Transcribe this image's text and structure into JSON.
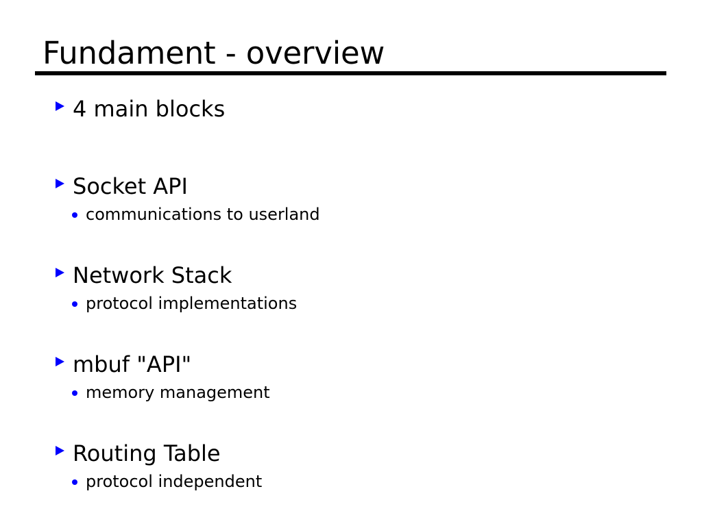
{
  "slide": {
    "title": "Fundament - overview",
    "background_color": "#ffffff",
    "text_color": "#000000",
    "accent_color": "#0000ff",
    "rule_color": "#000000",
    "bullets": {
      "level1_icon": "triangle-right-bullet-icon",
      "level2_icon": "dot-bullet-icon"
    },
    "items": [
      {
        "label": "4 main blocks",
        "sub": []
      },
      {
        "label": "Socket API",
        "sub": [
          "communications to userland"
        ]
      },
      {
        "label": "Network Stack",
        "sub": [
          "protocol implementations"
        ]
      },
      {
        "label": "mbuf \"API\"",
        "sub": [
          "memory management"
        ]
      },
      {
        "label": "Routing Table",
        "sub": [
          "protocol independent"
        ]
      }
    ]
  }
}
